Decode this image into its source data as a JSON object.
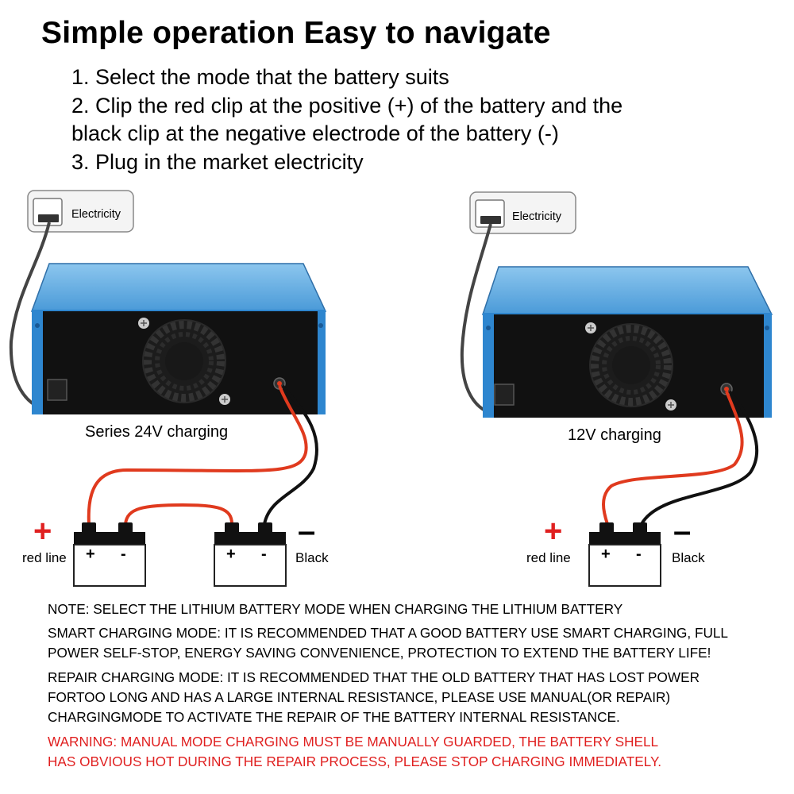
{
  "title": "Simple operation Easy to navigate",
  "steps": [
    "1. Select the mode that the battery suits",
    "2. Clip the red clip at the positive (+) of the battery and the",
    "black clip at the negative electrode of the battery (-)",
    "3. Plug in the market electricity"
  ],
  "left_panel": {
    "outlet_label": "Electricity",
    "mode_label": "Series 24V charging",
    "positive_label": "red line",
    "negative_label": "Black",
    "plus_sign": "+",
    "minus_sign": "–"
  },
  "right_panel": {
    "outlet_label": "Electricity",
    "mode_label": "12V charging",
    "positive_label": "red line",
    "negative_label": "Black",
    "plus_sign": "+",
    "minus_sign": "–"
  },
  "notes": {
    "lithium": "NOTE: SELECT THE LITHIUM BATTERY MODE WHEN CHARGING THE LITHIUM BATTERY",
    "smart": [
      "SMART CHARGING MODE: IT IS RECOMMENDED THAT A GOOD BATTERY USE SMART CHARGING, FULL",
      "POWER SELF-STOP, ENERGY SAVING CONVENIENCE, PROTECTION TO EXTEND THE BATTERY LIFE!"
    ],
    "repair": [
      "REPAIR CHARGING MODE: IT IS RECOMMENDED THAT THE OLD BATTERY THAT HAS LOST POWER",
      "FORTOO LONG AND HAS A LARGE INTERNAL RESISTANCE, PLEASE USE MANUAL(OR REPAIR)",
      "CHARGINGMODE TO ACTIVATE THE REPAIR OF THE BATTERY INTERNAL RESISTANCE."
    ],
    "warning": [
      "WARNING: MANUAL MODE CHARGING MUST BE MANUALLY GUARDED, THE BATTERY SHELL",
      "HAS OBVIOUS HOT DURING THE REPAIR PROCESS, PLEASE STOP CHARGING IMMEDIATELY."
    ]
  },
  "colors": {
    "charger_blue": "#2e86cf",
    "charger_top": "#6ab2e6",
    "red_wire": "#e03a1e",
    "warning_red": "#e02020",
    "plus_red": "#e02020"
  }
}
